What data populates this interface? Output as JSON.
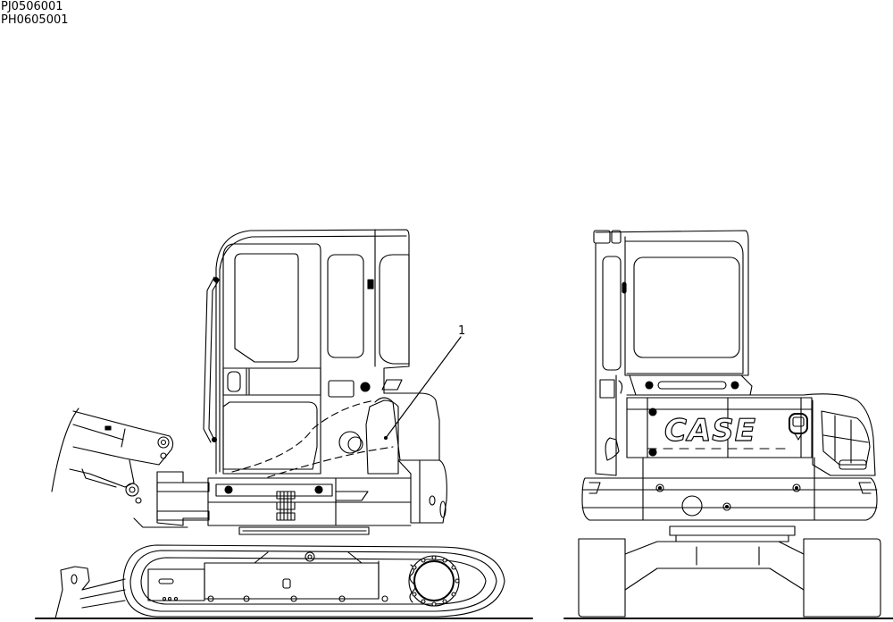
{
  "header": {
    "codes": [
      "PJ0506001",
      "PH0605001"
    ]
  },
  "figure": {
    "type": "parts-illustration",
    "views": [
      {
        "id": "side-view",
        "subject": "compact excavator, left side view"
      },
      {
        "id": "rear-view",
        "subject": "compact excavator, rear view"
      }
    ],
    "callouts": [
      {
        "number": "1"
      }
    ],
    "brand_decal": "CASE",
    "colors": {
      "line": "#000000",
      "background": "#ffffff"
    }
  }
}
